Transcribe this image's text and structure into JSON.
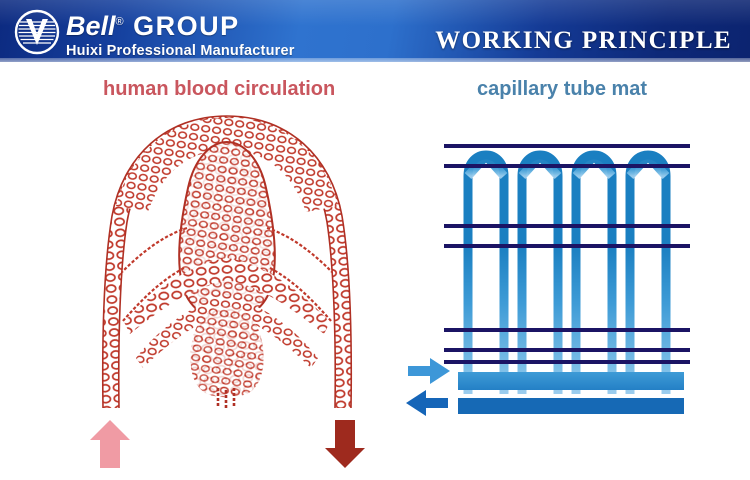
{
  "header": {
    "logo": {
      "icon": "bell-group-circle-logo",
      "brand_name": "Bell",
      "registered_mark": "®",
      "brand_suffix": "GROUP",
      "tagline": "Huixi Professional Manufacturer"
    },
    "title": "WORKING PRINCIPLE",
    "colors": {
      "gradient_left": "#0c2a80",
      "gradient_mid": "#2f73cf",
      "gradient_right": "#0c2470",
      "text": "#ffffff"
    }
  },
  "panels": {
    "left": {
      "caption": "human blood circulation",
      "caption_color": "#c9565e",
      "diagram": {
        "name": "blood-capillary-network",
        "vessel_color": "#c0392b",
        "arrows": [
          {
            "name": "inflow-arrow-up",
            "direction": "up",
            "color": "#f09ba4"
          },
          {
            "name": "outflow-arrow-down",
            "direction": "down",
            "color": "#9e2a1e"
          }
        ]
      }
    },
    "right": {
      "caption": "capillary tube mat",
      "caption_color": "#4a82ab",
      "diagram": {
        "name": "capillary-tube-mat",
        "tube_color": "#1a7fc1",
        "crossbar_color": "#1b1464",
        "manifold_color": "#2e8bd0",
        "base_color": "#1669b5",
        "loop_count": 4,
        "tube_count": 8,
        "crossbar_rows": 4,
        "arrows": [
          {
            "name": "supply-arrow-right",
            "direction": "right",
            "color": "#3d97d8"
          },
          {
            "name": "return-arrow-left",
            "direction": "left",
            "color": "#1565b8"
          }
        ]
      }
    }
  }
}
